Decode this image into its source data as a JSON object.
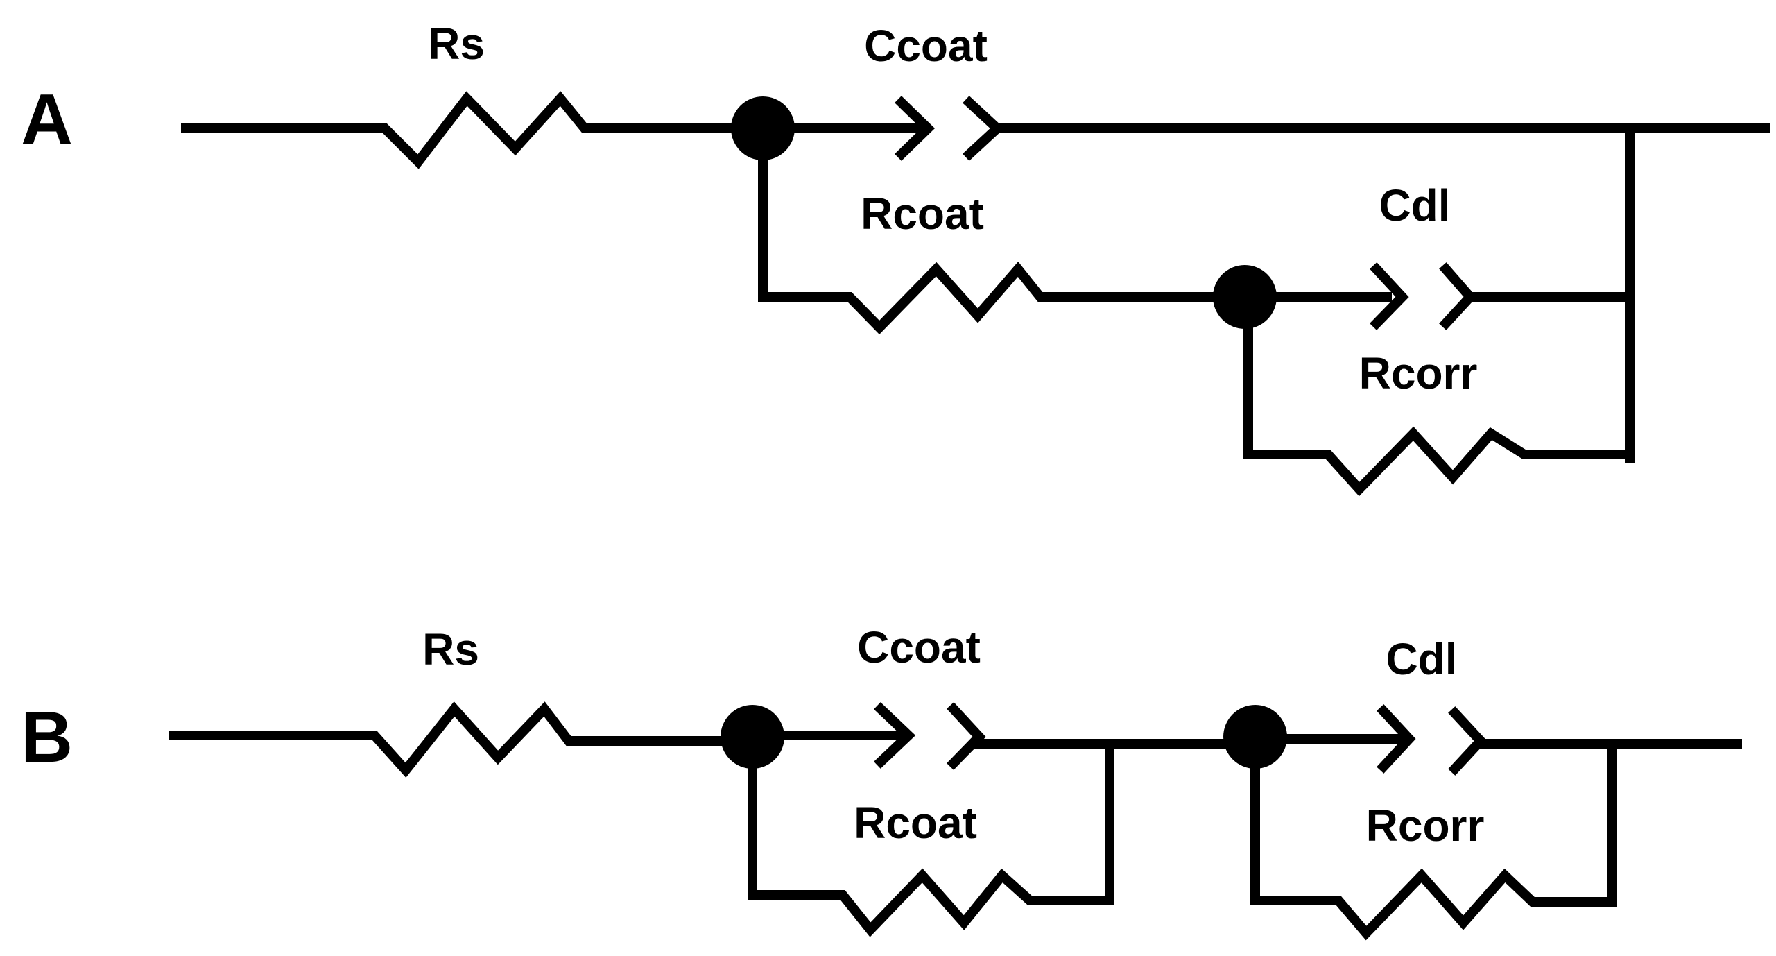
{
  "panels": {
    "A": {
      "letter": "A",
      "labels": {
        "rs": "Rs",
        "ccoat": "Ccoat",
        "rcoat": "Rcoat",
        "cdl": "Cdl",
        "rcorr": "Rcorr"
      }
    },
    "B": {
      "letter": "B",
      "labels": {
        "rs": "Rs",
        "ccoat": "Ccoat",
        "rcoat": "Rcoat",
        "cdl": "Cdl",
        "rcorr": "Rcorr"
      }
    }
  },
  "colors": {
    "ink": "#000000",
    "background": "#ffffff"
  }
}
